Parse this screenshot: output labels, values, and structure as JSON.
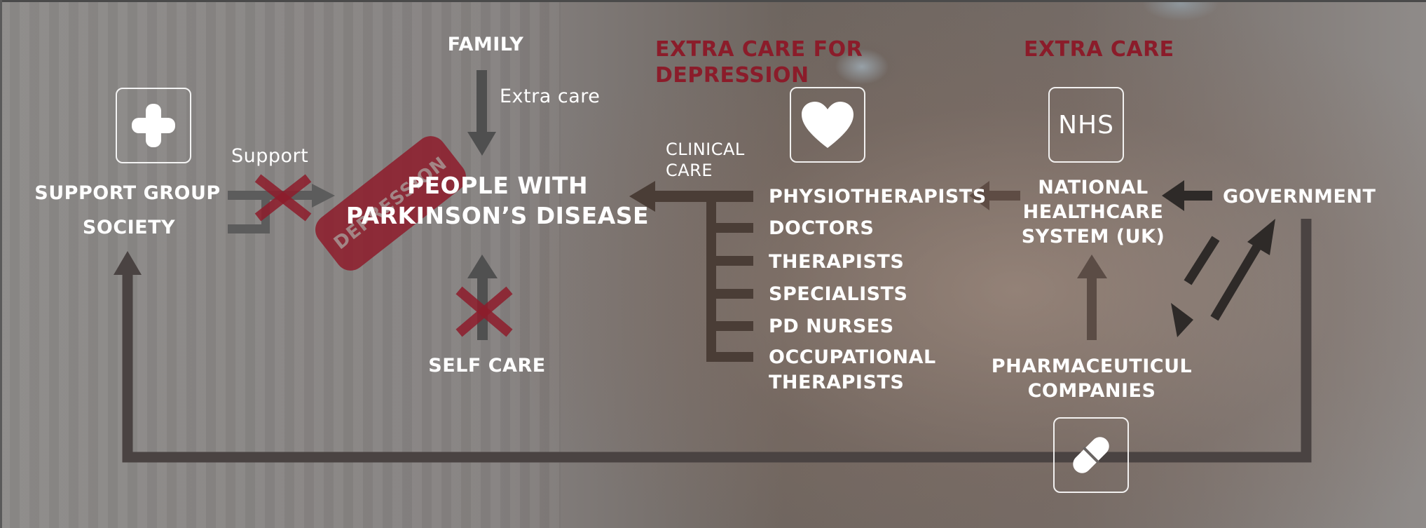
{
  "center": {
    "line1": "PEOPLE WITH",
    "line2": "PARKINSON’S DISEASE"
  },
  "stamp": "DEPRESSION",
  "family": "FAMILY",
  "extra_care_family": "Extra care",
  "support": "Support",
  "support_group": "SUPPORT GROUP",
  "society": "SOCIETY",
  "self_care": "SELF CARE",
  "extra_care_depression": {
    "line1": "EXTRA CARE FOR",
    "line2": "DEPRESSION"
  },
  "extra_care": "EXTRA CARE",
  "clinical_care": {
    "line1": "CLINICAL",
    "line2": "CARE"
  },
  "clinical_list": [
    "PHYSIOTHERAPISTS",
    "DOCTORS",
    "THERAPISTS",
    "SPECIALISTS",
    "PD NURSES",
    "OCCUPATIONAL",
    "THERAPISTS"
  ],
  "nhs_label": "NHS",
  "national_healthcare": {
    "line1": "NATIONAL",
    "line2": "HEALTHCARE",
    "line3": "SYSTEM (UK)"
  },
  "government": "GOVERNMENT",
  "pharma": {
    "line1": "PHARMACEUTICUL",
    "line2": "COMPANIES"
  },
  "icons": [
    "medical-cross-icon",
    "heart-icon",
    "nhs-icon",
    "pill-icon"
  ],
  "colors": {
    "accent_red": "#8b1c2a",
    "arrow_gray": "#5a5a5a",
    "arrow_dark": "#3a2f2a"
  }
}
